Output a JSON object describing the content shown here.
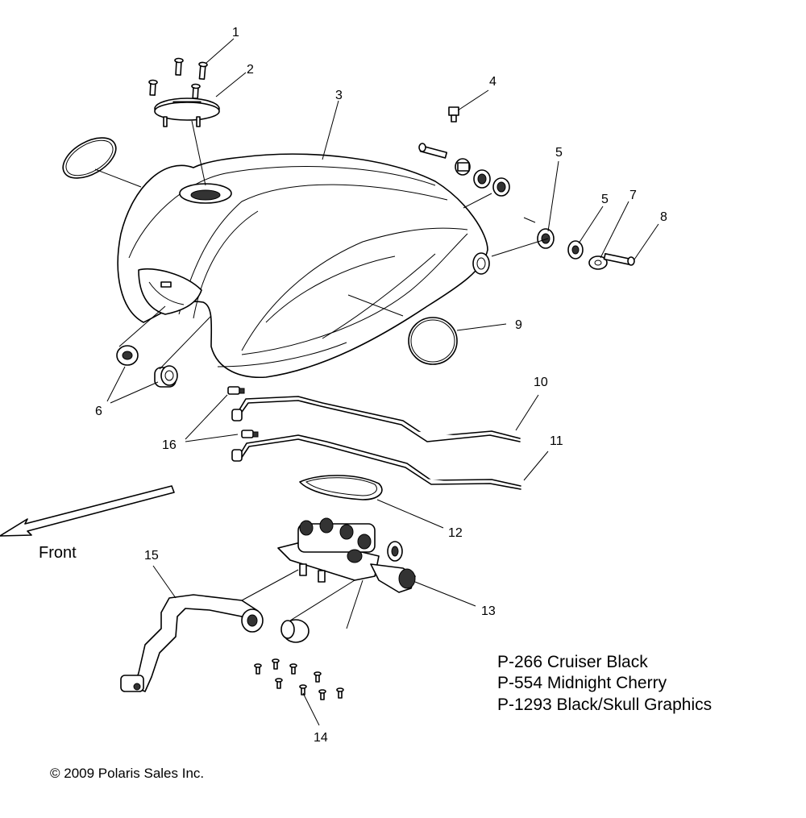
{
  "callouts": [
    {
      "id": "1",
      "text": "1"
    },
    {
      "id": "2",
      "text": "2"
    },
    {
      "id": "3",
      "text": "3"
    },
    {
      "id": "4",
      "text": "4"
    },
    {
      "id": "5a",
      "text": "5"
    },
    {
      "id": "5b",
      "text": "5"
    },
    {
      "id": "6",
      "text": "6"
    },
    {
      "id": "7",
      "text": "7"
    },
    {
      "id": "8",
      "text": "8"
    },
    {
      "id": "9",
      "text": "9"
    },
    {
      "id": "10",
      "text": "10"
    },
    {
      "id": "11",
      "text": "11"
    },
    {
      "id": "12",
      "text": "12"
    },
    {
      "id": "13",
      "text": "13"
    },
    {
      "id": "14",
      "text": "14"
    },
    {
      "id": "15",
      "text": "15"
    },
    {
      "id": "16",
      "text": "16"
    }
  ],
  "direction_label": "Front",
  "legend": [
    "P-266  Cruiser Black",
    "P-554  Midnight Cherry",
    "P-1293 Black/Skull Graphics"
  ],
  "copyright": "© 2009 Polaris Sales Inc."
}
